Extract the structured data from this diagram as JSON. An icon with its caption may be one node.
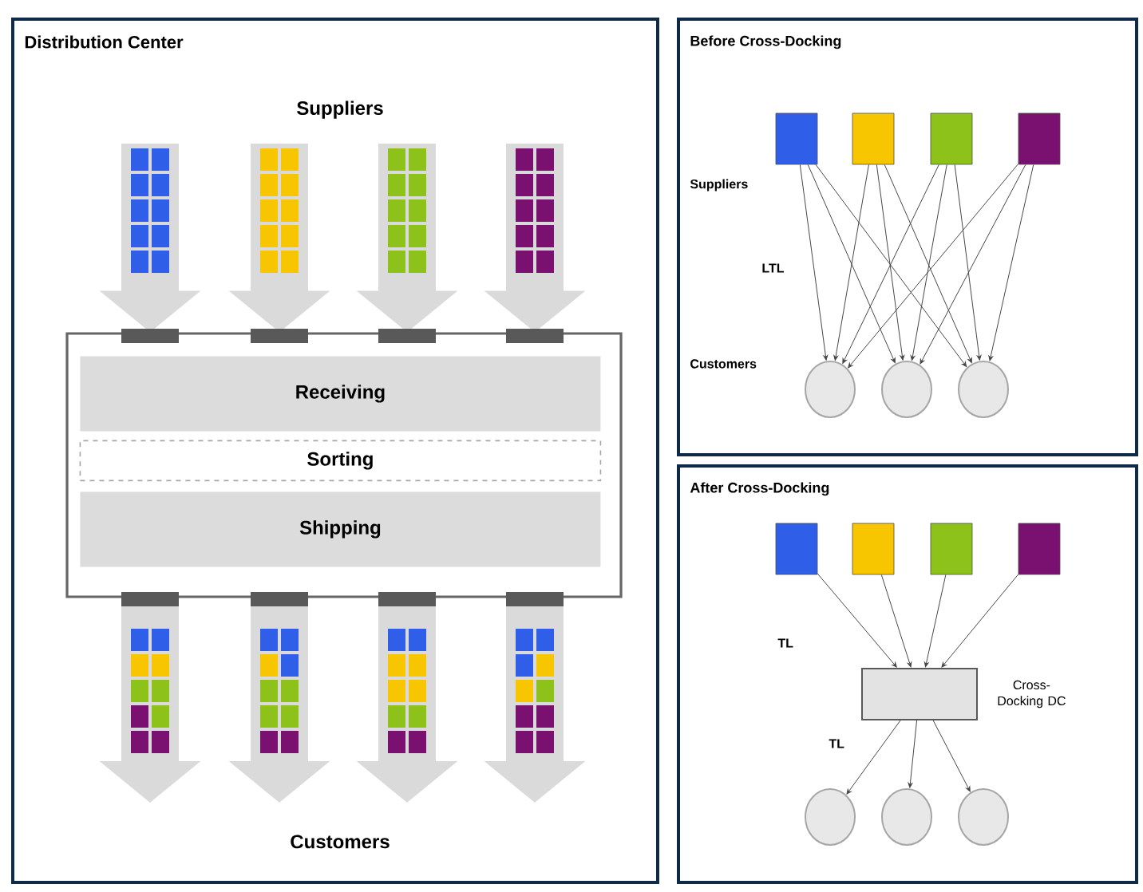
{
  "diagram": {
    "nodes": [
      {
        "text": [
          "Distribution Center"
        ]
      },
      {
        "text": [],
        "shape": "box",
        "in": 0
      },
      {
        "text": [
          "Receiving"
        ],
        "in": 1
      },
      {
        "text": [
          "Sorting"
        ],
        "in": 1
      },
      {
        "text": [
          "Shipping"
        ],
        "in": 1
      },
      {
        "text": [
          "Before Cross-Docking"
        ]
      },
      {
        "text": [],
        "shape": "box",
        "in": 5
      },
      {
        "text": [],
        "shape": "box",
        "in": 5
      },
      {
        "text": [],
        "shape": "box",
        "in": 5
      },
      {
        "text": [],
        "shape": "box",
        "in": 5
      },
      {
        "text": [],
        "shape": "circle",
        "in": 5
      },
      {
        "text": [],
        "shape": "circle",
        "in": 5
      },
      {
        "text": [],
        "shape": "circle",
        "in": 5
      },
      {
        "text": [
          "After Cross-Docking"
        ]
      },
      {
        "text": [],
        "shape": "box",
        "in": 13
      },
      {
        "text": [],
        "shape": "box",
        "in": 13
      },
      {
        "text": [],
        "shape": "box",
        "in": 13
      },
      {
        "text": [],
        "shape": "box",
        "in": 13
      },
      {
        "text": [],
        "shape": "box",
        "in": 13,
        "beside": [
          "Cross-Docking DC"
        ]
      },
      {
        "text": [],
        "shape": "circle",
        "in": 13
      },
      {
        "text": [],
        "shape": "circle",
        "in": 13
      },
      {
        "text": [],
        "shape": "circle",
        "in": 13
      }
    ],
    "edges": [
      {
        "from": null,
        "to": 1,
        "arrow": "to",
        "style": "thick",
        "color": "#dadada"
      },
      {
        "from": null,
        "to": 1,
        "arrow": "to",
        "style": "thick",
        "color": "#dadada"
      },
      {
        "from": null,
        "to": 1,
        "arrow": "to",
        "style": "thick",
        "color": "#dadada"
      },
      {
        "from": null,
        "to": 1,
        "arrow": "to",
        "style": "thick",
        "color": "#dadada"
      },
      {
        "from": 1,
        "to": null,
        "arrow": "to",
        "style": "thick",
        "color": "#dadada"
      },
      {
        "from": 1,
        "to": null,
        "arrow": "to",
        "style": "thick",
        "color": "#dadada"
      },
      {
        "from": 1,
        "to": null,
        "arrow": "to",
        "style": "thick",
        "color": "#dadada"
      },
      {
        "from": 1,
        "to": null,
        "arrow": "to",
        "style": "thick",
        "color": "#dadada"
      },
      {
        "from": 6,
        "to": 10,
        "arrow": "to"
      },
      {
        "from": 6,
        "to": 11,
        "arrow": "to"
      },
      {
        "from": 6,
        "to": 12,
        "arrow": "to"
      },
      {
        "from": 7,
        "to": 10,
        "arrow": "to"
      },
      {
        "from": 7,
        "to": 11,
        "arrow": "to"
      },
      {
        "from": 7,
        "to": 12,
        "arrow": "to"
      },
      {
        "from": 8,
        "to": 10,
        "arrow": "to"
      },
      {
        "from": 8,
        "to": 11,
        "arrow": "to"
      },
      {
        "from": 8,
        "to": 12,
        "arrow": "to"
      },
      {
        "from": 9,
        "to": 10,
        "arrow": "to"
      },
      {
        "from": 9,
        "to": 11,
        "arrow": "to"
      },
      {
        "from": 9,
        "to": 12,
        "arrow": "to"
      },
      {
        "from": 14,
        "to": 18,
        "arrow": "to"
      },
      {
        "from": 15,
        "to": 18,
        "arrow": "to"
      },
      {
        "from": 16,
        "to": 18,
        "arrow": "to"
      },
      {
        "from": 17,
        "to": 18,
        "arrow": "to"
      },
      {
        "from": 18,
        "to": 19,
        "arrow": "to"
      },
      {
        "from": 18,
        "to": 20,
        "arrow": "to"
      },
      {
        "from": 18,
        "to": 21,
        "arrow": "to"
      }
    ],
    "labels": [
      "Suppliers",
      "Customers",
      "Suppliers",
      "LTL",
      "Customers",
      "TL",
      "TL"
    ]
  }
}
